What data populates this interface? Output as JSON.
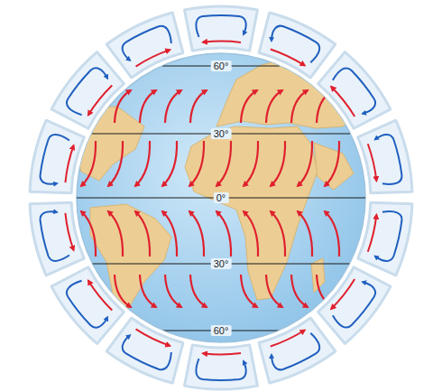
{
  "diagram": {
    "labels": [
      "60°",
      "30°",
      "0°",
      "30°",
      "60°"
    ]
  }
}
